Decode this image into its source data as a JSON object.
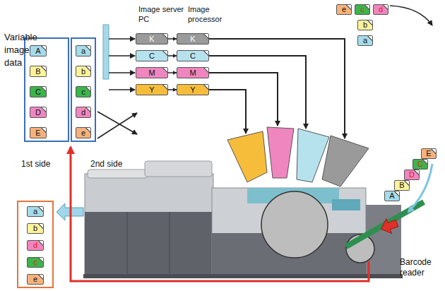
{
  "diagram": {
    "nodes": [
      {
        "text": [
          "1st side"
        ]
      },
      {
        "text": [
          "A"
        ],
        "in": 0
      },
      {
        "text": [
          "B"
        ],
        "in": 0
      },
      {
        "text": [
          "C"
        ],
        "in": 0
      },
      {
        "text": [
          "D"
        ],
        "in": 0
      },
      {
        "text": [
          "E"
        ],
        "in": 0
      },
      {
        "text": [
          "2nd side"
        ]
      },
      {
        "text": [
          "a"
        ],
        "in": 6
      },
      {
        "text": [
          "b"
        ],
        "in": 6
      },
      {
        "text": [
          "c"
        ],
        "in": 6
      },
      {
        "text": [
          "d"
        ],
        "in": 6
      },
      {
        "text": [
          "e"
        ],
        "in": 6
      },
      {
        "text": [
          "K"
        ]
      },
      {
        "text": [
          "C"
        ]
      },
      {
        "text": [
          "M"
        ]
      },
      {
        "text": [
          "Y"
        ]
      },
      {
        "text": [
          "K"
        ]
      },
      {
        "text": [
          "C"
        ]
      },
      {
        "text": [
          "M"
        ]
      },
      {
        "text": [
          "Y"
        ]
      },
      {
        "text": [
          "e"
        ]
      },
      {
        "text": [
          "c"
        ]
      },
      {
        "text": [
          "d"
        ]
      },
      {
        "text": [
          "b"
        ]
      },
      {
        "text": [
          "a"
        ]
      },
      {
        "text": [
          "E"
        ]
      },
      {
        "text": [
          "C"
        ]
      },
      {
        "text": [
          "D"
        ]
      },
      {
        "text": [
          "B"
        ]
      },
      {
        "text": [
          "A"
        ]
      },
      {
        "text": []
      },
      {
        "text": [
          "a"
        ],
        "in": 30
      },
      {
        "text": [
          "b"
        ],
        "in": 30
      },
      {
        "text": [
          "d"
        ],
        "in": 30
      },
      {
        "text": [
          "c"
        ],
        "in": 30
      },
      {
        "text": [
          "e"
        ],
        "in": 30
      }
    ],
    "edges": [
      {
        "from": 12,
        "to": 16,
        "arrow": "to"
      },
      {
        "from": 13,
        "to": 17,
        "arrow": "to"
      },
      {
        "from": 14,
        "to": 18,
        "arrow": "to"
      },
      {
        "from": 15,
        "to": 19,
        "arrow": "to"
      }
    ],
    "labels": [
      "Variable image data",
      "Image server PC",
      "Image processor",
      "Barcode reader"
    ]
  }
}
